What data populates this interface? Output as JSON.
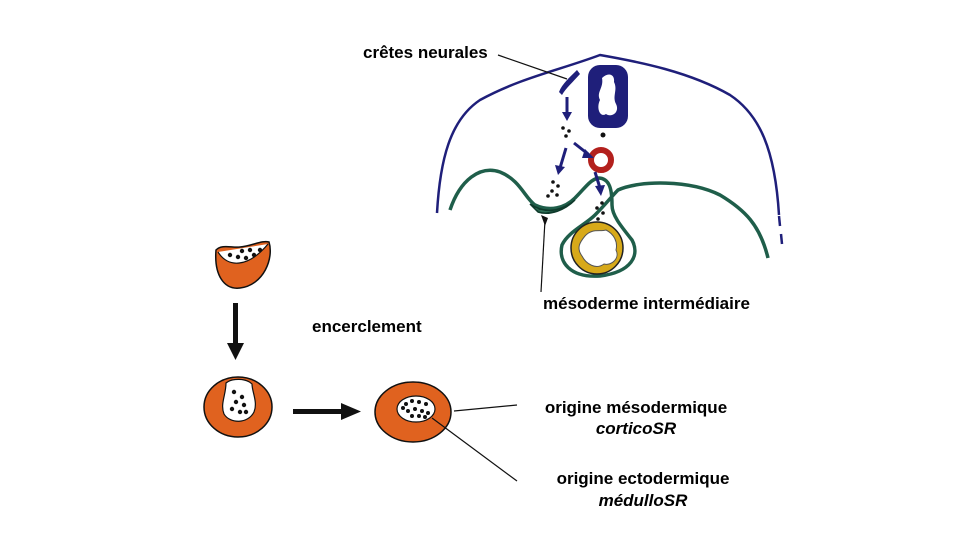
{
  "labels": {
    "neural_crest": "crêtes neurales",
    "intermediate_mesoderm": "mésoderme intermédiaire",
    "encircling": "encerclement",
    "mesodermal_origin": "origine mésodermique",
    "cortico_sr": "corticoSR",
    "ectodermal_origin": "origine ectodermique",
    "medullo_sr": "médulloSR"
  },
  "colors": {
    "neural_tube": "#1f1f7a",
    "embryo_outline": "#1f1f7a",
    "coelomic_epithelium": "#1f5e4a",
    "dorsal_aorta": "#b3201d",
    "gut": "#d7a91a",
    "adrenal_cortex": "#e0621f"
  }
}
